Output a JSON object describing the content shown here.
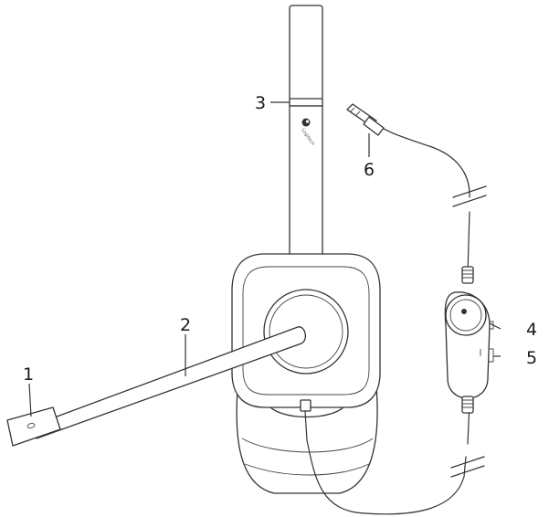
{
  "diagram": {
    "brand_label": "Logitech",
    "callouts": [
      {
        "id": "1",
        "text": "1"
      },
      {
        "id": "2",
        "text": "2"
      },
      {
        "id": "3",
        "text": "3"
      },
      {
        "id": "4",
        "text": "4"
      },
      {
        "id": "5",
        "text": "5"
      },
      {
        "id": "6",
        "text": "6"
      }
    ],
    "colors": {
      "line": "#333333",
      "fill": "#ffffff"
    }
  }
}
